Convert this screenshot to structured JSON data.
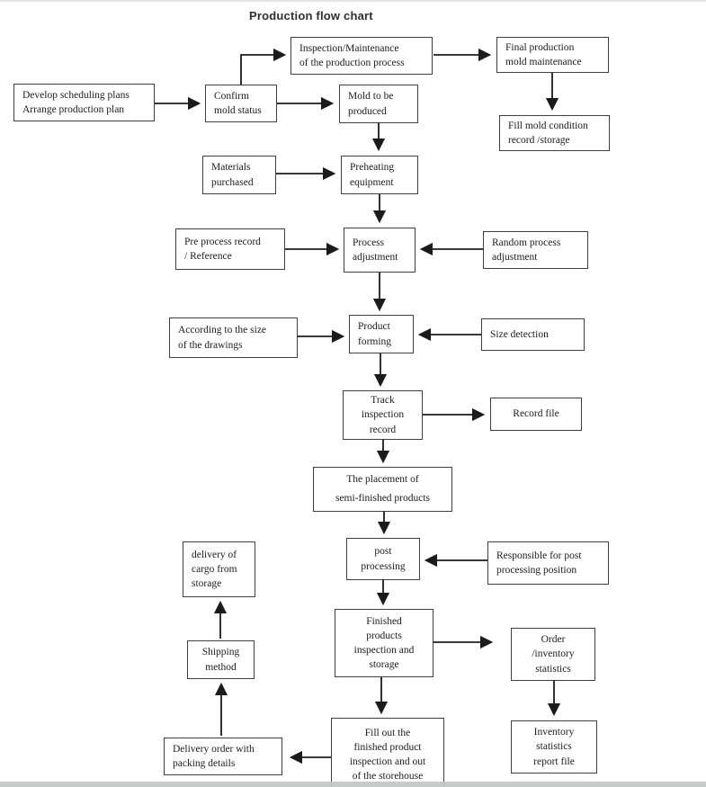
{
  "title": "Production flow chart",
  "colors": {
    "box_border": "#3f3f3f",
    "arrow": "#1b1b1b",
    "bottom_bar": "#c0c5c5"
  },
  "diagram": {
    "nodes": {
      "develop": {
        "label": "Develop scheduling plans\nArrange production plan"
      },
      "confirm": {
        "label": "Confirm\nmold status"
      },
      "inspection": {
        "label": "Inspection/Maintenance\nof the production process"
      },
      "final_prod": {
        "label": "Final production\nmold maintenance"
      },
      "mold": {
        "label": "Mold to be\nproduced"
      },
      "fill_mold": {
        "label": "Fill mold condition\nrecord /storage"
      },
      "materials": {
        "label": "Materials\npurchased"
      },
      "preheating": {
        "label": "Preheating\nequipment"
      },
      "pre_process": {
        "label": "Pre process record\n/ Reference"
      },
      "process_adj": {
        "label": "Process\nadjustment"
      },
      "random_adj": {
        "label": "Random process\nadjustment"
      },
      "according": {
        "label": "According to the size\nof the drawings"
      },
      "product_forming": {
        "label": "Product\nforming"
      },
      "size_detection": {
        "label": "Size detection"
      },
      "track": {
        "label": "Track\ninspection\nrecord"
      },
      "record_file": {
        "label": "Record file"
      },
      "placement": {
        "label": "The placement of\nsemi-finished products"
      },
      "delivery_cargo": {
        "label": "delivery of\ncargo from\nstorage"
      },
      "post_processing": {
        "label": "post\nprocessing"
      },
      "responsible": {
        "label": "Responsible for post\nprocessing position"
      },
      "shipping": {
        "label": "Shipping\nmethod"
      },
      "finished": {
        "label": "Finished\nproducts\ninspection and\nstorage"
      },
      "order_stats": {
        "label": "Order\n/inventory\nstatistics"
      },
      "delivery_order": {
        "label": "Delivery order with\npacking details"
      },
      "fill_out": {
        "label": "Fill out the\nfinished product\ninspection and out\nof the storehouse"
      },
      "inventory": {
        "label": "Inventory\nstatistics\nreport file"
      }
    },
    "edges": [
      {
        "from": "develop",
        "to": "confirm"
      },
      {
        "from": "confirm",
        "to": "inspection"
      },
      {
        "from": "inspection",
        "to": "final_prod"
      },
      {
        "from": "final_prod",
        "to": "fill_mold"
      },
      {
        "from": "confirm",
        "to": "mold"
      },
      {
        "from": "mold",
        "to": "preheating"
      },
      {
        "from": "materials",
        "to": "preheating"
      },
      {
        "from": "preheating",
        "to": "process_adj"
      },
      {
        "from": "pre_process",
        "to": "process_adj"
      },
      {
        "from": "random_adj",
        "to": "process_adj"
      },
      {
        "from": "process_adj",
        "to": "product_forming"
      },
      {
        "from": "according",
        "to": "product_forming"
      },
      {
        "from": "size_detection",
        "to": "product_forming"
      },
      {
        "from": "product_forming",
        "to": "track"
      },
      {
        "from": "track",
        "to": "record_file"
      },
      {
        "from": "track",
        "to": "placement"
      },
      {
        "from": "placement",
        "to": "post_processing"
      },
      {
        "from": "responsible",
        "to": "post_processing"
      },
      {
        "from": "post_processing",
        "to": "finished"
      },
      {
        "from": "finished",
        "to": "order_stats"
      },
      {
        "from": "order_stats",
        "to": "inventory"
      },
      {
        "from": "finished",
        "to": "fill_out"
      },
      {
        "from": "fill_out",
        "to": "delivery_order"
      },
      {
        "from": "delivery_order",
        "to": "shipping"
      },
      {
        "from": "shipping",
        "to": "delivery_cargo"
      }
    ]
  }
}
